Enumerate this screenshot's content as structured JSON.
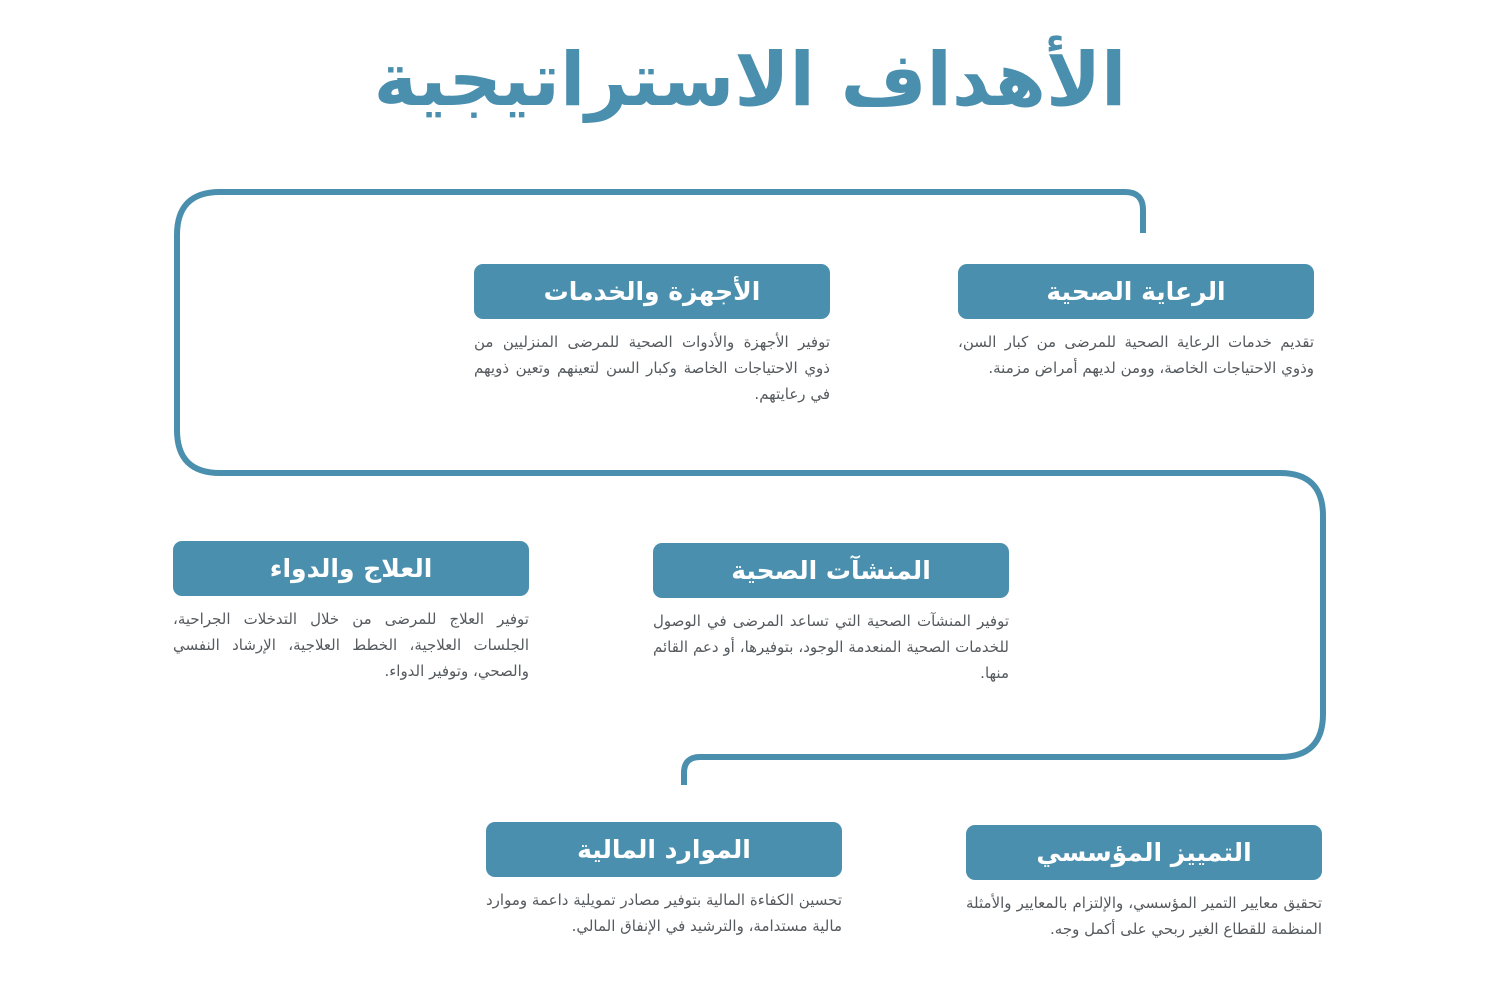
{
  "title": "الأهداف الاستراتيجية",
  "accent_color": "#4a8fae",
  "objectives": [
    {
      "heading": "الرعاية الصحية",
      "text": "تقديم خدمات الرعاية الصحية للمرضى من كبار السن، وذوي الاحتياجات الخاصة، وومن لديهم أمراض مزمنة."
    },
    {
      "heading": "الأجهزة والخدمات",
      "text": "توفير الأجهزة والأدوات الصحية للمرضى المنزليين من ذوي الاحتياجات الخاصة وكبار السن لتعينهم وتعين ذويهم في رعايتهم."
    },
    {
      "heading": "المنشآت الصحية",
      "text": "توفير المنشآت الصحية التي تساعد المرضى في الوصول للخدمات الصحية المنعدمة الوجود، بتوفيرها، أو دعم القائم منها."
    },
    {
      "heading": "العلاج والدواء",
      "text": "توفير العلاج للمرضى من خلال التدخلات الجراحية، الجلسات العلاجية، الخطط العلاجية، الإرشاد النفسي والصحي، وتوفير الدواء."
    },
    {
      "heading": "التمييز المؤسسي",
      "text": "تحقيق معايير التمير المؤسسي، والإلتزام بالمعايير والأمثلة المنظمة للقطاع الغير ربحي على أكمل وجه."
    },
    {
      "heading": "الموارد المالية",
      "text": "تحسين الكفاءة المالية بتوفير مصادر تمويلية داعمة وموارد مالية مستدامة، والترشيد في الإنفاق المالي."
    }
  ]
}
